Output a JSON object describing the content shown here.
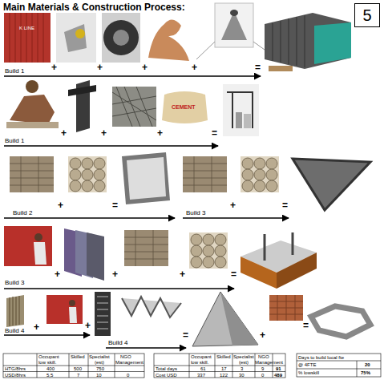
{
  "diagram": {
    "title": "Main Materials & Construction Process:",
    "nodes": [
      {
        "text": [
          "5"
        ]
      }
    ],
    "labels": [
      "K LINE",
      "Build 1",
      "+",
      "+",
      "+",
      "+",
      "=",
      "CEMENT",
      "Build 1",
      "+",
      "+",
      "+",
      "=",
      "Build 2",
      "+",
      "=",
      "Build 3",
      "+",
      "=",
      "Build 3",
      "+",
      "+",
      "+",
      "=",
      "Build 4",
      "+",
      "+",
      "Build 4",
      "=",
      "+",
      "=",
      "Occupant",
      "Skilled",
      "Specialist",
      "NGO",
      "low skill.",
      "(est)",
      "Management",
      "HTG/8hrs",
      "400",
      "500",
      "750",
      "USD/8hrs",
      "5,5",
      "7",
      "10",
      "0",
      "Occupant",
      "Skilled",
      "Specialist",
      "NGO",
      "low skill.",
      "(est)",
      "Management",
      "Total days",
      "61",
      "17",
      "3",
      "9",
      "91",
      "Cost USD",
      "337",
      "122",
      "30",
      "0",
      "489",
      "Days to build local fte",
      "@ 4FTE",
      "20",
      "% lowskill",
      "75%"
    ]
  }
}
